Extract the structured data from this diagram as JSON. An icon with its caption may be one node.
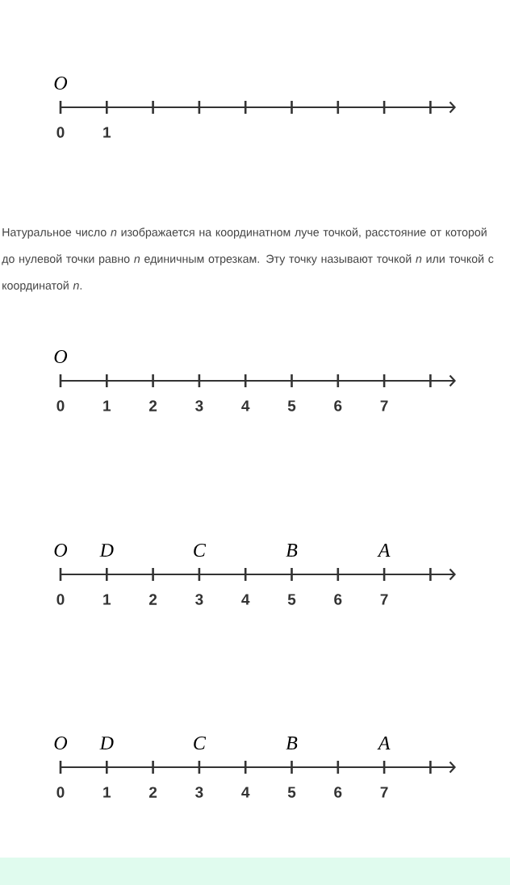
{
  "diagram": {
    "labels": [
      "O",
      "0",
      "1",
      "Натуральное число *n* изображается на координатном луче точкой, расстояние от которой до нулевой точки равно *n* единичным отрезкам. Эту точку называют точкой *n* или точкой с координатой *n*.",
      "O",
      "0",
      "1",
      "2",
      "3",
      "4",
      "5",
      "6",
      "7",
      "O",
      "D",
      "C",
      "B",
      "A",
      "0",
      "1",
      "2",
      "3",
      "4",
      "5",
      "6",
      "7",
      "O",
      "D",
      "C",
      "B",
      "A",
      "0",
      "1",
      "2",
      "3",
      "4",
      "5",
      "6",
      "7"
    ]
  }
}
